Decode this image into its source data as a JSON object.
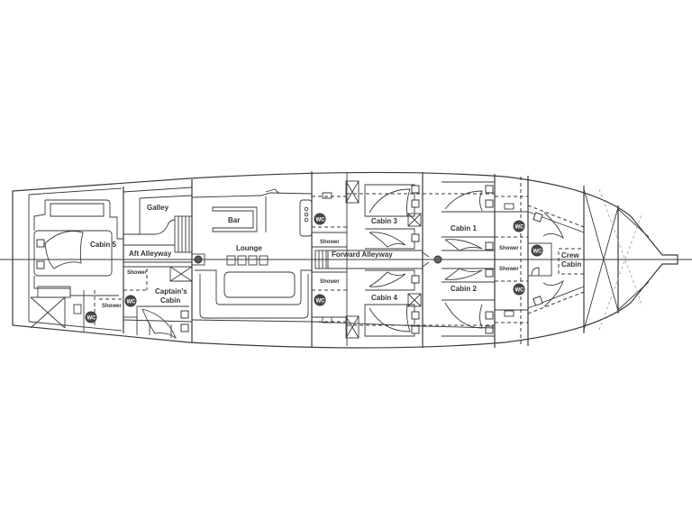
{
  "diagram": {
    "type": "yacht deck floor plan",
    "colors": {
      "line": "#3a3a3a",
      "background": "#ffffff",
      "wc_fill": "#4a4a4a"
    },
    "rooms": {
      "cabin5": "Cabin 5",
      "galley": "Galley",
      "aft_alleyway": "Aft Alleyway",
      "captains_cabin_line1": "Captain's",
      "captains_cabin_line2": "Cabin",
      "bar": "Bar",
      "lounge": "Lounge",
      "forward_alleyway": "Forward Alleyway",
      "cabin3": "Cabin 3",
      "cabin4": "Cabin 4",
      "cabin1": "Cabin 1",
      "cabin2": "Cabin 2",
      "crew_cabin_line1": "Crew",
      "crew_cabin_line2": "Cabin"
    },
    "fixtures": {
      "shower": "Shower",
      "wc": "WC"
    }
  }
}
